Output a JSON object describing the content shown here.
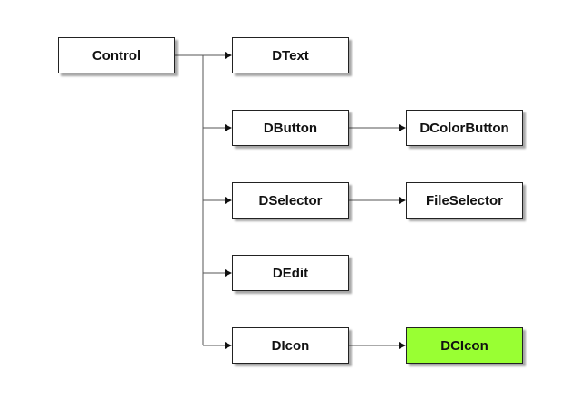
{
  "colors": {
    "highlight": "#99ff33",
    "node_fill": "#ffffff",
    "border": "#222222",
    "connector": "#555555"
  },
  "nodes": {
    "control": "Control",
    "dtext": "DText",
    "dbutton": "DButton",
    "dcolorbutton": "DColorButton",
    "dselector": "DSelector",
    "fileselector": "FileSelector",
    "dedit": "DEdit",
    "dicon": "DIcon",
    "dcicon": "DCIcon"
  }
}
